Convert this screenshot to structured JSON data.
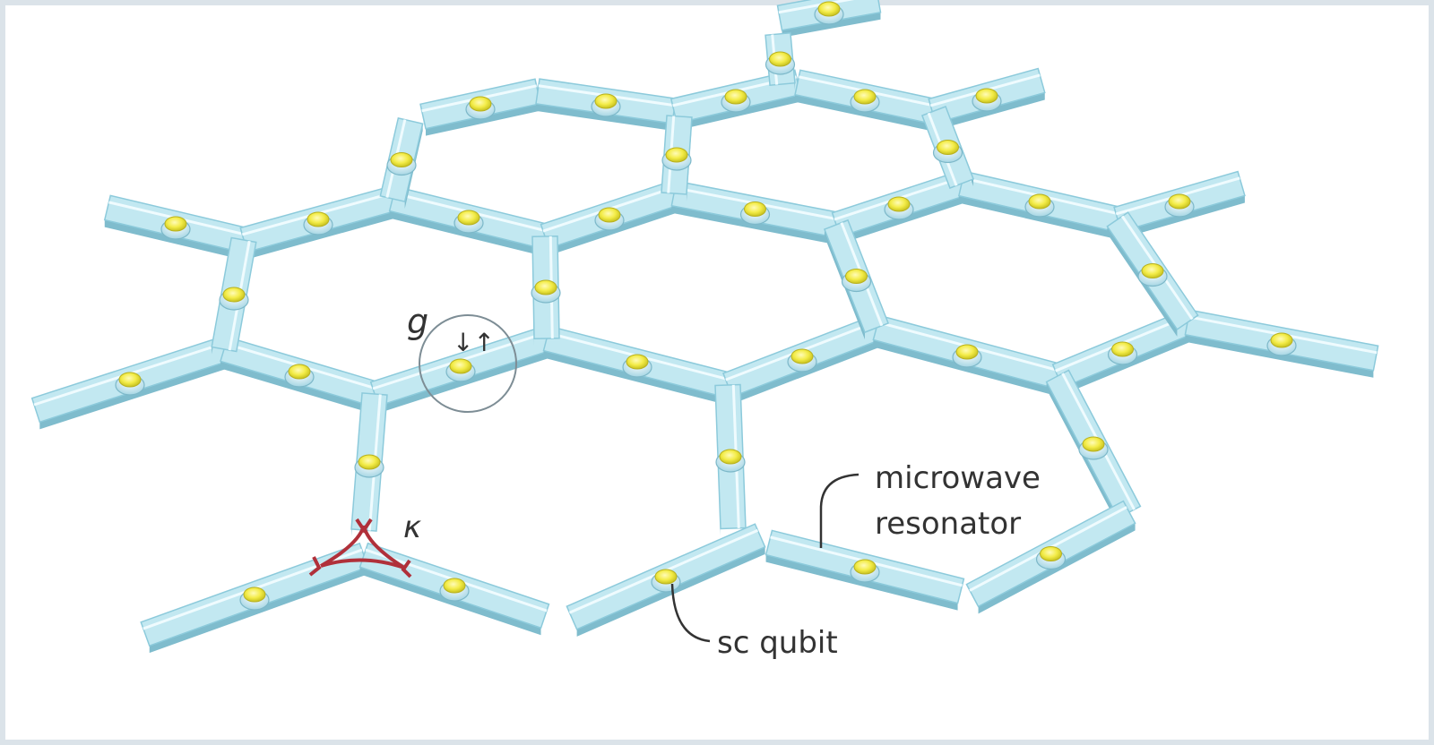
{
  "labels": {
    "coupling": "g",
    "spin": "↓↑",
    "decay": "κ",
    "resonator_line1": "microwave",
    "resonator_line2": "resonator",
    "qubit": "sc qubit"
  },
  "colors": {
    "resonator": "#b9e4ef",
    "resonator_edge": "#86c4d6",
    "qubit_gold": "#f1ea45",
    "decay_red": "#b0303a"
  }
}
